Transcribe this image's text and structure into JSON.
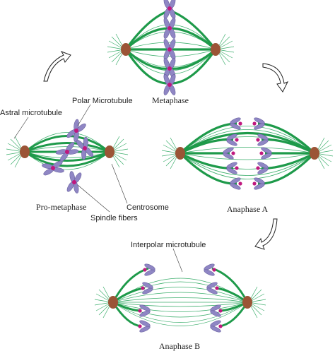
{
  "diagram": {
    "stages": {
      "metaphase": "Metaphase",
      "prometaphase": "Pro-metaphase",
      "anaphase_a": "Anaphase A",
      "anaphase_b": "Anaphase B"
    },
    "labels": {
      "astral": "Astral microtubule",
      "polar": "Polar Microtubule",
      "centrosome": "Centrosome",
      "spindle": "Spindle fibers",
      "interpolar": "Interpolar microtubule"
    },
    "colors": {
      "spindle_green": "#1e9a4a",
      "thin_green": "#3cae6c",
      "centrosome": "#9b5436",
      "chromosome": "#8f86c4",
      "kinetochore": "#c0187f"
    }
  }
}
